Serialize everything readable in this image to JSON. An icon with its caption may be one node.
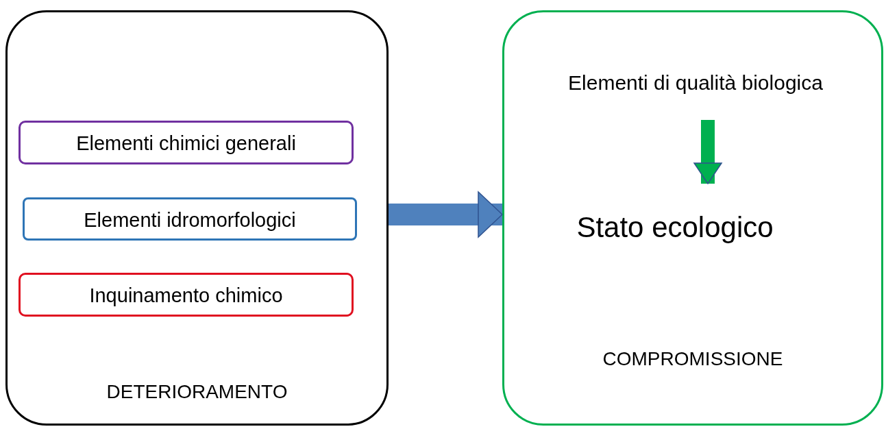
{
  "diagram": {
    "nodes": [
      {
        "text": [
          "DETERIORAMENTO"
        ]
      },
      {
        "text": [
          "Elementi chimici generali"
        ],
        "in": 0
      },
      {
        "text": [
          "Elementi idromorfologici"
        ],
        "in": 0
      },
      {
        "text": [
          "Inquinamento chimico"
        ],
        "in": 0
      },
      {
        "text": [
          "COMPROMISSIONE"
        ]
      },
      {
        "text": [
          "Elementi di qualità biologica"
        ],
        "in": 4
      },
      {
        "text": [
          "Stato ecologico"
        ],
        "in": 4
      }
    ],
    "edges": [
      {
        "from": 0,
        "to": 4,
        "arrow": "to",
        "color": "#4f81bd"
      },
      {
        "from": 5,
        "to": 6,
        "arrow": "to",
        "color": "#00b050"
      }
    ]
  }
}
